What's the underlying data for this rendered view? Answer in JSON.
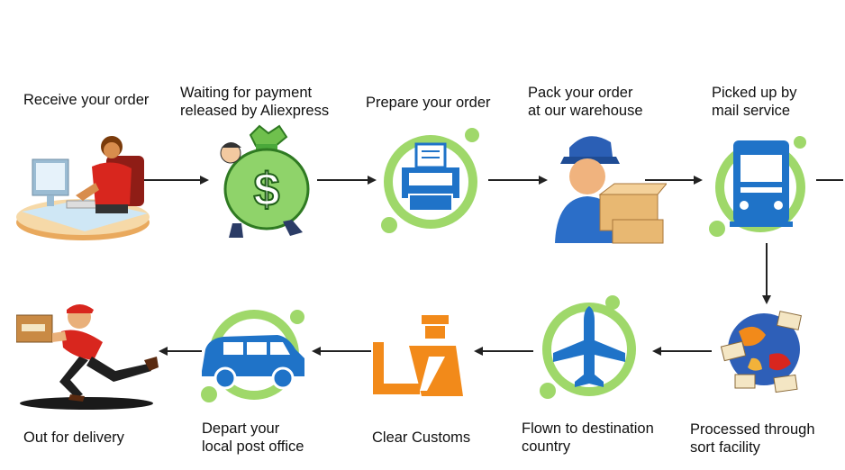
{
  "steps": [
    {
      "label_lines": [
        "Receive your order"
      ],
      "icon": "computer-user-icon"
    },
    {
      "label_lines": [
        "Waiting for payment",
        "released by Aliexpress"
      ],
      "icon": "money-bag-icon"
    },
    {
      "label_lines": [
        "Prepare your order"
      ],
      "icon": "printer-icon"
    },
    {
      "label_lines": [
        "Pack your order",
        "at our warehouse"
      ],
      "icon": "warehouse-worker-icon"
    },
    {
      "label_lines": [
        "Picked up by",
        "mail service"
      ],
      "icon": "truck-icon"
    },
    {
      "label_lines": [
        "Processed through",
        "sort facility"
      ],
      "icon": "globe-mail-icon"
    },
    {
      "label_lines": [
        "Flown to destination",
        "country"
      ],
      "icon": "airplane-icon"
    },
    {
      "label_lines": [
        "Clear Customs"
      ],
      "icon": "customs-officer-icon"
    },
    {
      "label_lines": [
        "Depart your",
        "local post office"
      ],
      "icon": "van-icon"
    },
    {
      "label_lines": [
        "Out for delivery"
      ],
      "icon": "delivery-runner-icon"
    }
  ],
  "colors": {
    "green": "#9fd86a",
    "blue": "#1f73c8",
    "orange": "#f28a1a",
    "red": "#d8261e"
  }
}
